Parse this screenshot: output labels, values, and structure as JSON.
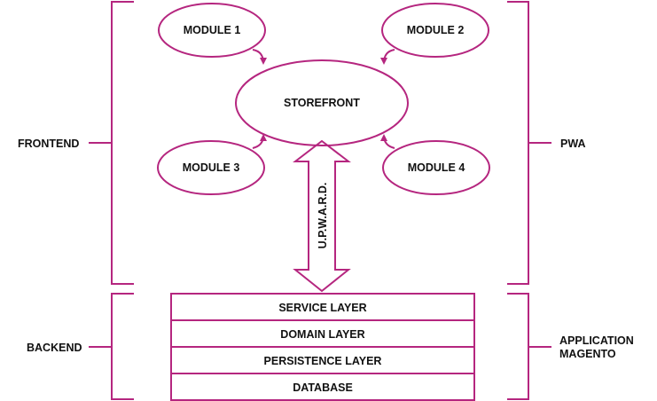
{
  "colors": {
    "accent": "#b5267f",
    "text": "#111111",
    "background": "#ffffff"
  },
  "labels": {
    "frontend": "FRONTEND",
    "pwa": "PWA",
    "backend": "BACKEND",
    "application_line1": "APPLICATION",
    "application_line2": "MAGENTO"
  },
  "modules": {
    "module1": "MODULE 1",
    "module2": "MODULE 2",
    "module3": "MODULE 3",
    "module4": "MODULE 4",
    "storefront": "STOREFRONT"
  },
  "connector": {
    "label": "U.P.W.A.R.D."
  },
  "layers": {
    "service": "SERVICE LAYER",
    "domain": "DOMAIN LAYER",
    "persistence": "PERSISTENCE LAYER",
    "database": "DATABASE"
  }
}
